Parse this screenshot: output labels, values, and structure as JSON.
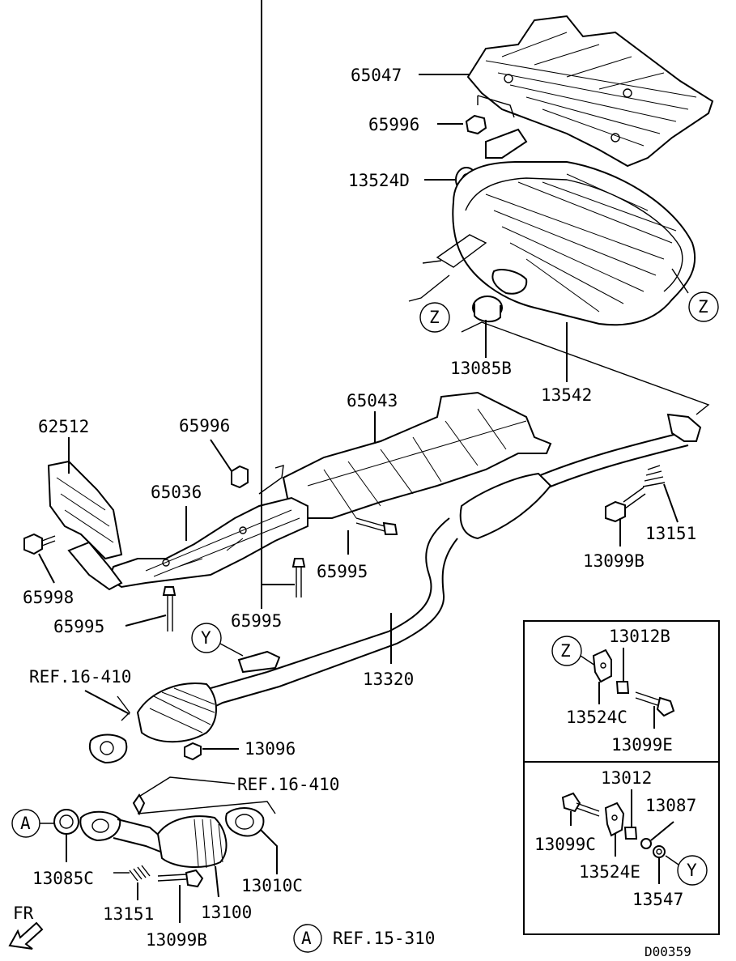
{
  "diagram_id": "D00359",
  "callouts": {
    "c65047": "65047",
    "c65996_top": "65996",
    "c13524D": "13524D",
    "c13085B": "13085B",
    "c13542": "13542",
    "c65043": "65043",
    "c62512": "62512",
    "c65996_mid": "65996",
    "c65036": "65036",
    "c65998": "65998",
    "c65995_a": "65995",
    "c65995_b": "65995",
    "c65995_c": "65995",
    "c13151_right": "13151",
    "c13099B_right": "13099B",
    "c13320": "13320",
    "c13096": "13096",
    "c13085C": "13085C",
    "c13151_bottom": "13151",
    "c13100": "13100",
    "c13010C": "13010C",
    "c13099B_bottom": "13099B",
    "c13012B": "13012B",
    "c13524C": "13524C",
    "c13099E": "13099E",
    "c13012": "13012",
    "c13087": "13087",
    "c13099C": "13099C",
    "c13524E": "13524E",
    "c13547": "13547"
  },
  "references": {
    "ref_upper": "REF.16-410",
    "ref_lower": "REF.16-410",
    "ref_a": "REF.15-310"
  },
  "markers": {
    "z": "Z",
    "y": "Y",
    "a": "A"
  },
  "direction": "FR"
}
